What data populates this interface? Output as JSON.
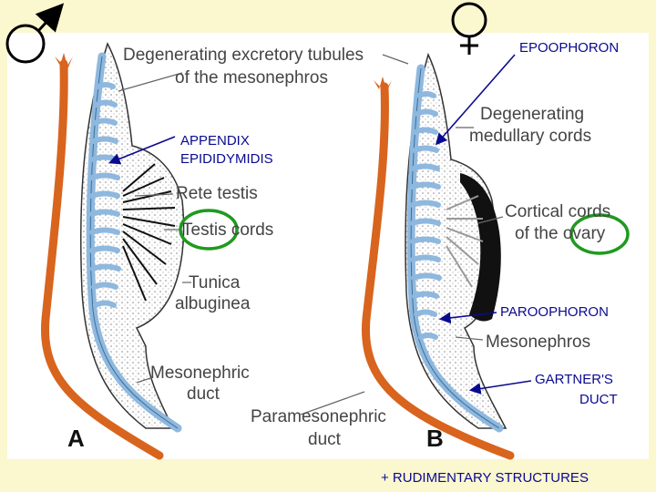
{
  "symbols": {
    "male": "male-symbol-icon",
    "female": "female-symbol-icon"
  },
  "labels": {
    "degenerating_excretory_line1": "Degenerating excretory tubules",
    "degenerating_excretory_line2": "of the mesonephros",
    "rete_testis": "Rete testis",
    "testis_cords": "Testis cords",
    "tunica_line1": "Tunica",
    "tunica_line2": "albuginea",
    "mesonephric_duct_line1": "Mesonephric",
    "mesonephric_duct_line2": "duct",
    "paramesonephric_line1": "Paramesonephric",
    "paramesonephric_line2": "duct",
    "degenerating_medullary_line1": "Degenerating",
    "degenerating_medullary_line2": "medullary cords",
    "cortical_line1": "Cortical cords",
    "cortical_line2": "of the ovary",
    "mesonephros": "Mesonephros",
    "panel_a": "A",
    "panel_b": "B"
  },
  "annotations": {
    "epoophoron": "EPOOPHORON",
    "appendix_line1": "APPENDIX",
    "appendix_line2": "EPIDIDYMIDIS",
    "paroophoron": "PAROOPHORON",
    "gartner_line1": "GARTNER'S",
    "gartner_line2": "DUCT",
    "footer": "+ RUDIMENTARY STRUCTURES"
  },
  "colors": {
    "background": "#fbf7cf",
    "duct_orange": "#d8641e",
    "duct_blue": "#8fb8de",
    "annotation_blue": "#0a0a90",
    "highlight_green": "#1f9a1f"
  }
}
